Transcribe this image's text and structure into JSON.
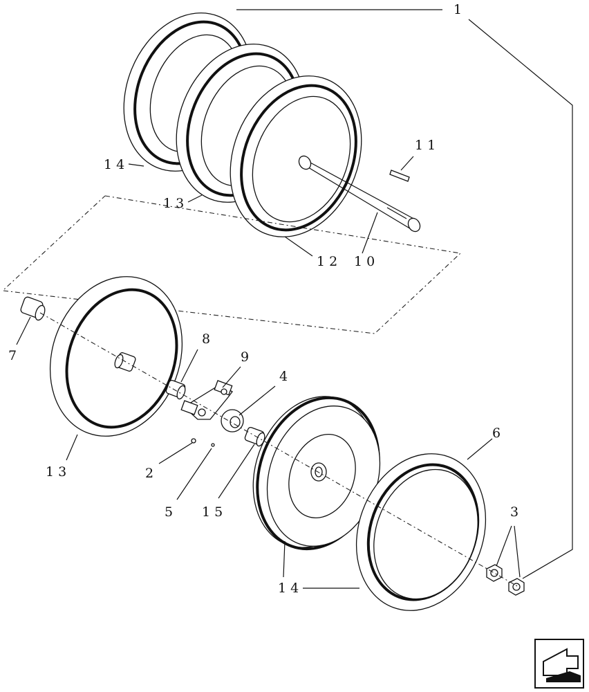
{
  "labels": {
    "l1": "1",
    "l2": "2",
    "l3": "3",
    "l4": "4",
    "l5": "5",
    "l6": "6",
    "l7": "7",
    "l8": "8",
    "l9": "9",
    "l10": "10",
    "l11": "11",
    "l12": "12",
    "l13a": "13",
    "l13b": "13",
    "l14a": "14",
    "l14b": "14",
    "l15": "15"
  },
  "icons": {
    "nav": "back-arrow-icon"
  }
}
